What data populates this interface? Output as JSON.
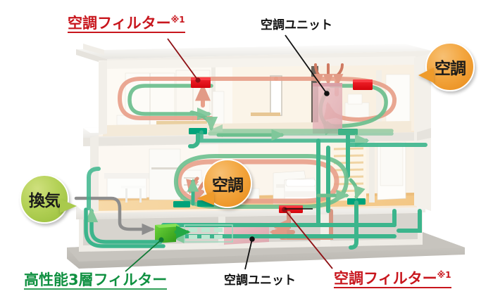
{
  "diagram": {
    "title_text": "",
    "background_color": "#ffffff"
  },
  "labels": {
    "top_left": {
      "text": "空調フィルター",
      "note": "※1",
      "color": "#c8161d",
      "underlined": "true"
    },
    "top_right": {
      "text": "空調ユニット",
      "color": "#111111",
      "underlined": "false"
    },
    "bottom_left": {
      "text": "高性能3層フィルター",
      "color": "#0f9040",
      "underlined": "true"
    },
    "bottom_center": {
      "text": "空調ユニット",
      "color": "#111111",
      "underlined": "false"
    },
    "bottom_right": {
      "text": "空調フィルター",
      "note": "※1",
      "color": "#c8161d",
      "underlined": "true"
    }
  },
  "badges": [
    {
      "name": "hvac-badge-upper",
      "text": "空調",
      "color": "#ef9b2b",
      "kind": "orange"
    },
    {
      "name": "hvac-badge-lower",
      "text": "空調",
      "color": "#ef9b2b",
      "kind": "orange"
    },
    {
      "name": "ventilation-badge",
      "text": "換気",
      "color": "#a9ca4c",
      "kind": "green"
    }
  ],
  "legend": {
    "supply_air_color": "#e8a08a",
    "return_air_color": "#6cbf8e",
    "fresh_air_color": "#8a8a8a",
    "filter_red_color": "#e31d26",
    "filter_green_color": "#00a05a",
    "hvac_unit_color": "#e3b5bb",
    "triple_filter_color": "#3fb11f"
  },
  "components": {
    "hvac_filter_upper": "空調フィルター",
    "hvac_filter_lower": "空調フィルター",
    "hvac_unit_upper": "空調ユニット",
    "hvac_unit_lower": "空調ユニット",
    "triple_filter": "高性能3層フィルター"
  }
}
